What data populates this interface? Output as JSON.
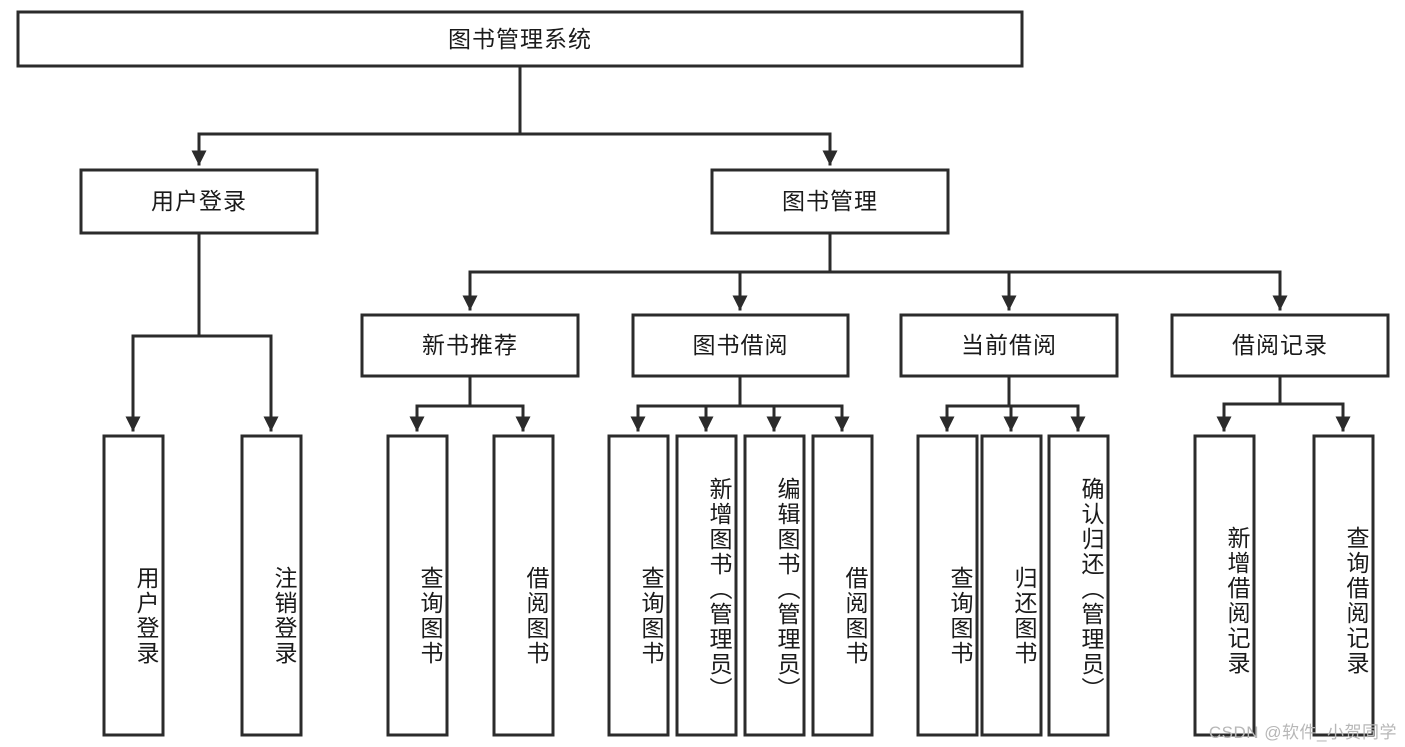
{
  "diagram": {
    "type": "tree",
    "title": "图书管理系统",
    "watermark": "CSDN @软件_小贺同学",
    "colors": {
      "stroke": "#2b2b2b",
      "fill": "#ffffff",
      "text": "#1a1a1a",
      "watermark": "#b7b7b7"
    },
    "levels": {
      "root": {
        "label": "图书管理系统"
      },
      "level2": [
        {
          "label": "用户登录"
        },
        {
          "label": "图书管理"
        }
      ],
      "level3": [
        {
          "label": "新书推荐"
        },
        {
          "label": "图书借阅"
        },
        {
          "label": "当前借阅"
        },
        {
          "label": "借阅记录"
        }
      ],
      "leaves": {
        "user_login": [
          {
            "label": "用户登录"
          },
          {
            "label": "注销登录"
          }
        ],
        "new_book": [
          {
            "label": "查询图书"
          },
          {
            "label": "借阅图书"
          }
        ],
        "borrow_book": [
          {
            "label": "查询图书"
          },
          {
            "label": "新增图书（管理员）"
          },
          {
            "label": "编辑图书（管理员）"
          },
          {
            "label": "借阅图书"
          }
        ],
        "current_borrow": [
          {
            "label": "查询图书"
          },
          {
            "label": "归还图书"
          },
          {
            "label": "确认归还（管理员）"
          }
        ],
        "borrow_record": [
          {
            "label": "新增借阅记录"
          },
          {
            "label": "查询借阅记录"
          }
        ]
      }
    }
  }
}
